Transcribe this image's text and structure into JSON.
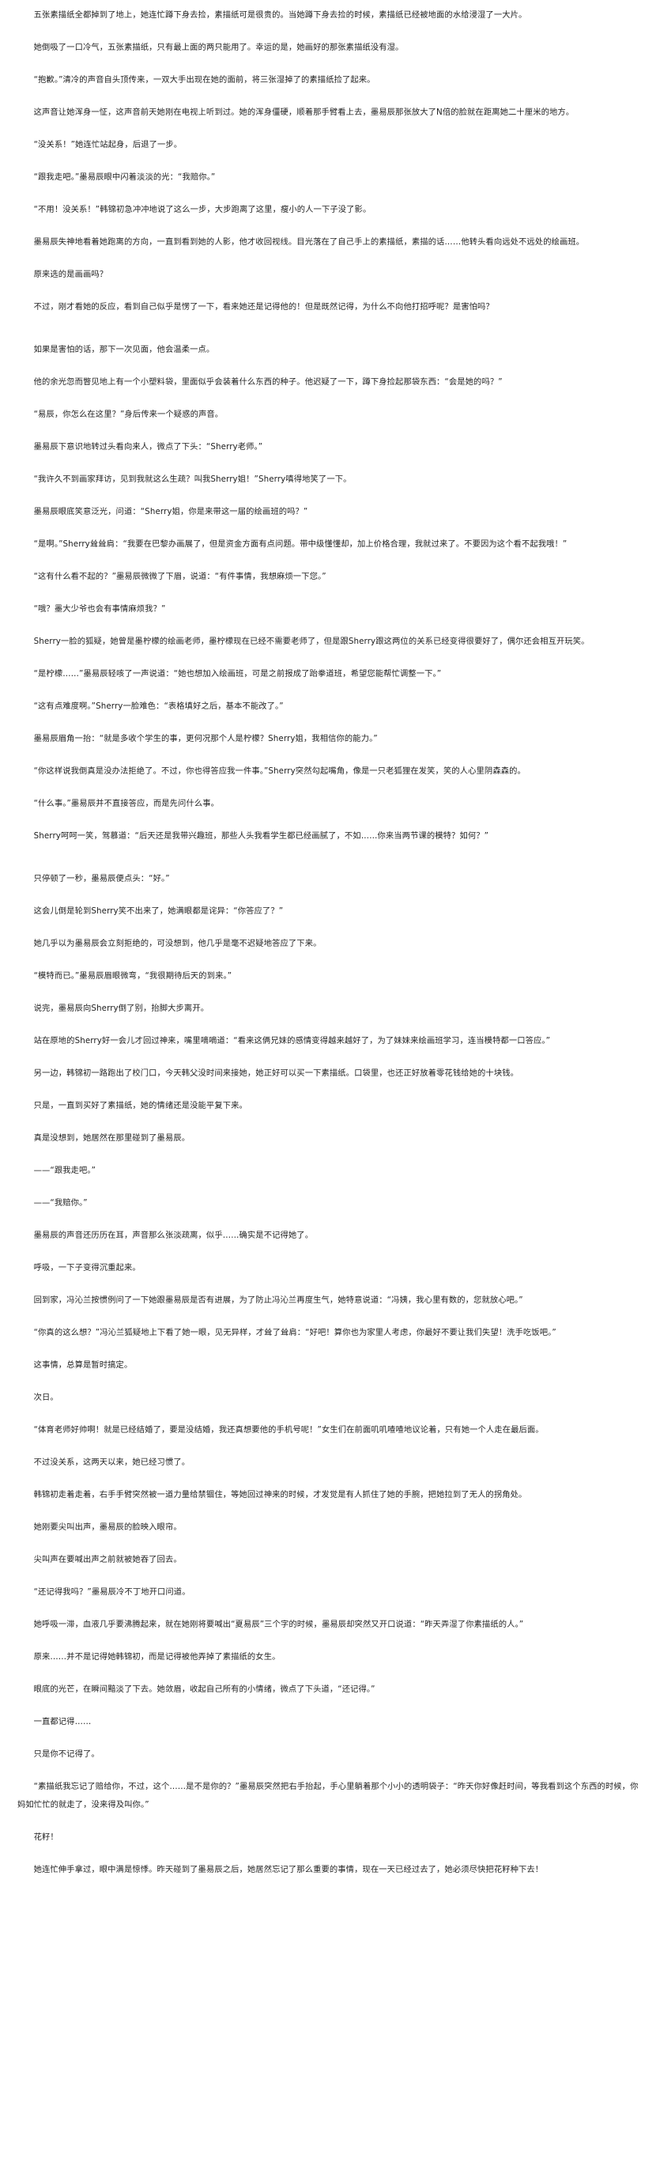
{
  "article": {
    "paragraphs": [
      "五张素描纸全都掉到了地上，她连忙蹲下身去捡，素描纸可是很贵的。当她蹲下身去捡的时候，素描纸已经被地面的水给浸湿了一大片。",
      "她倒吸了一口冷气，五张素描纸，只有最上面的两只能用了。幸运的是，她画好的那张素描纸没有湿。",
      "“抱歉。”清冷的声音自头顶传来，一双大手出现在她的面前，将三张湿掉了的素描纸捡了起来。",
      "这声音让她浑身一怔，这声音前天她刚在电视上听到过。她的浑身僵硬，顺着那手臂看上去，墨易辰那张放大了N倍的脸就在距离她二十厘米的地方。",
      "“没关系！”她连忙站起身，后退了一步。",
      "“跟我走吧。”墨易辰眼中闪着淡淡的光：“我赔你。”",
      "“不用！没关系！”韩锦初急冲冲地说了这么一步，大步跑离了这里，瘦小的人一下子没了影。",
      "墨易辰失神地看着她跑离的方向，一直到看到她的人影，他才收回视线。目光落在了自己手上的素描纸，素描的话……他转头看向远处不远处的绘画班。",
      "原来选的是画画吗？",
      "不过，刚才看她的反应，看到自己似乎是愣了一下，看来她还是记得他的！但是既然记得，为什么不向他打招呼呢？是害怕吗？",
      "如果是害怕的话，那下一次见面，他会温柔一点。",
      "他的余光忽而瞥见地上有一个小塑料袋，里面似乎会装着什么东西的种子。他迟疑了一下，蹲下身捡起那袋东西：“会是她的吗？”",
      "“易辰，你怎么在这里？”身后传来一个疑惑的声音。",
      "墨易辰下意识地转过头看向来人，微点了下头：“Sherry老师。”",
      "“我许久不到画家拜访，见到我就这么生疏？叫我Sherry姐！”Sherry嗔得地笑了一下。",
      "墨易辰眼底笑意泛光，问道：“Sherry姐，你是来带这一届的绘画班的吗？”",
      "“是啊。”Sherry耸耸肩：“我要在巴黎办画展了，但是资金方面有点问题。带中级懂懂却，加上价格合理，我就过来了。不要因为这个看不起我哦！”",
      "“这有什么看不起的？”墨易辰微微了下眉，说道：“有件事情，我想麻烦一下您。”",
      "“哦？墨大少爷也会有事情麻烦我？”",
      "Sherry一脸的狐疑，她曾是墨柠檬的绘画老师，墨柠檬现在已经不需要老师了，但是跟Sherry跟这两位的关系已经变得很要好了，偶尔还会相互开玩笑。",
      "“是柠檬……”墨易辰轻咳了一声说道：“她也想加入绘画班，可是之前报成了跆拳道班，希望您能帮忙调整一下。”",
      "“这有点难度啊。”Sherry一脸难色：“表格填好之后，基本不能改了。”",
      "墨易辰眉角一抬：“就是多收个学生的事，更何况那个人是柠檬？Sherry姐，我相信你的能力。”",
      "“你这样说我倒真是没办法拒绝了。不过，你也得答应我一件事。”Sherry突然勾起嘴角，像是一只老狐狸在发笑，笑的人心里阴森森的。",
      "“什么事。”墨易辰并不直接答应，而是先问什么事。",
      "Sherry呵呵一笑，驾慕道：“后天还是我带兴趣班，那些人头我看学生都已经画腻了，不如……你来当两节课的模特？如何？”",
      "只停顿了一秒，墨易辰便点头：“好。”",
      "这会儿倒是轮到Sherry笑不出来了，她满眼都是诧异：“你答应了？”",
      "她几乎以为墨易辰会立刻拒绝的，可没想到，他几乎是毫不迟疑地答应了下来。",
      "“模特而已。”墨易辰眉眼微弯，“我很期待后天的到来。”",
      "说完，墨易辰向Sherry倒了别，抬脚大步离开。",
      "站在原地的Sherry好一会儿才回过神来，嘴里嘀嘀道：“看来这俩兄妹的感情变得越来越好了，为了妹妹来绘画班学习，连当模特都一口答应。”",
      "另一边，韩锦初一路跑出了校门口，今天韩父没时间来接她，她正好可以买一下素描纸。口袋里，也还正好放着零花钱给她的十块钱。",
      "只是，一直到买好了素描纸，她的情绪还是没能平复下来。",
      "真是没想到，她居然在那里碰到了墨易辰。",
      "——“跟我走吧。”",
      "——“我赔你。”",
      "墨易辰的声音还历历在耳，声音那么张淡疏离，似乎……确实是不记得她了。",
      "呼吸，一下子变得沉重起来。",
      "回到家，冯沁兰按惯例问了一下她跟墨易辰是否有进展，为了防止冯沁兰再度生气，她特意说道：“冯姨，我心里有数的，您就放心吧。”",
      "“你真的这么想？”冯沁兰狐疑地上下看了她一眼，见无异样，才耸了耸肩：“好吧！算你也为家里人考虑，你最好不要让我们失望！洗手吃饭吧。”",
      "这事情，总算是暂时搞定。",
      "次日。",
      "“体育老师好帅啊！就是已经结婚了，要是没结婚，我还真想要他的手机号呢！”女生们在前面叽叽喳喳地议论着，只有她一个人走在最后面。",
      "不过没关系，这两天以来，她已经习惯了。",
      "韩锦初走着走着，右手手臂突然被一道力量给禁锢住，等她回过神来的时候，才发觉是有人抓住了她的手腕，把她拉到了无人的拐角处。",
      "她刚要尖叫出声，墨易辰的脸映入眼帘。",
      "尖叫声在要喊出声之前就被她吞了回去。",
      "“还记得我吗？”墨易辰冷不丁地开口问道。",
      "她呼吸一滞，血液几乎要沸腾起来，就在她刚将要喊出“夏易辰”三个字的时候，墨易辰却突然又开口说道：“昨天弄湿了你素描纸的人。”",
      "原来……并不是记得她韩锦初，而是记得被他弄掉了素描纸的女生。",
      "眼底的光芒，在瞬间黯淡了下去。她敛眉，收起自己所有的小情绪，微点了下头道，“还记得。”",
      "一直都记得……",
      "只是你不记得了。",
      "“素描纸我忘记了赔给你，不过，这个……是不是你的？”墨易辰突然把右手抬起，手心里躺着那个小小的透明袋子：“昨天你好像赶时间，等我看到这个东西的时候，你妈如忙忙的就走了，没来得及叫你。”",
      "花籽！",
      "她连忙伸手拿过，眼中满是惊悸。昨天碰到了墨易辰之后，她居然忘记了那么重要的事情，现在一天已经过去了，她必须尽快把花籽种下去！"
    ]
  }
}
